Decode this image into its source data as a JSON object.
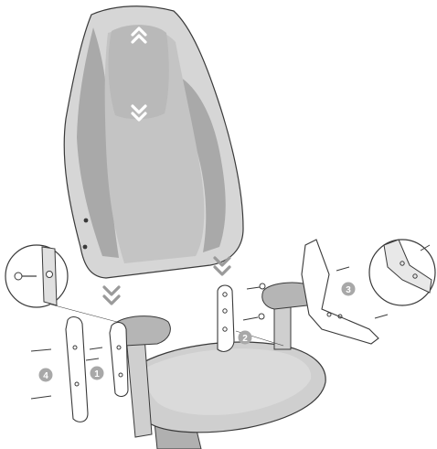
{
  "diagram": {
    "step_labels": [
      "1",
      "2",
      "3",
      "4"
    ],
    "colors": {
      "background": "#ffffff",
      "outline": "#3a3a3a",
      "backrest_outer": "#d6d6d6",
      "backrest_side": "#a9a9a9",
      "backrest_center": "#c4c4c4",
      "headrest": "#b9b9b9",
      "seat": "#cfcfcf",
      "armrest_pad": "#b5b5b5",
      "armrest_post": "#cfcfcf",
      "bracket_fill": "#ffffff",
      "step_badge": "#a8a8a8",
      "step_text": "#ffffff",
      "arrow": "#9a9a9a",
      "arrow_white": "#ffffff"
    },
    "icons": {
      "headrest_arrows": "double-chevron-up-down-icon",
      "insert_arrows": "double-chevron-down-icon",
      "detail_callouts": "magnifier-circle-icon"
    }
  }
}
